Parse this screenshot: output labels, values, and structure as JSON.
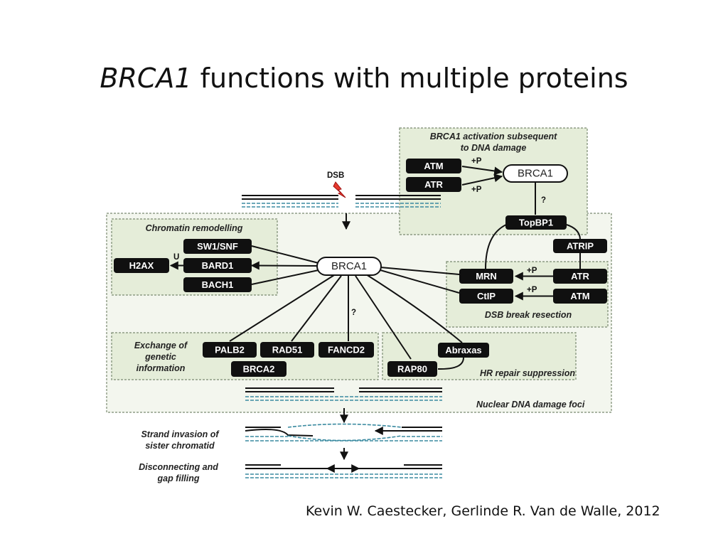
{
  "slide": {
    "title_italic": "BRCA1",
    "title_rest": " functions with multiple proteins",
    "citation": "Kevin W. Caestecker, Gerlinde R. Van de Walle, 2012"
  },
  "diagram": {
    "dsb": "DSB",
    "activation_title_1": "BRCA1 activation subsequent",
    "activation_title_2": "to DNA damage",
    "atm": "ATM",
    "atr": "ATR",
    "plus_p": "+P",
    "brca1": "BRCA1",
    "question": "?",
    "topbp1": "TopBP1",
    "atrip": "ATRIP",
    "chromatin_title": "Chromatin remodelling",
    "sw1snf": "SW1/SNF",
    "bard1": "BARD1",
    "bach1": "BACH1",
    "h2ax": "H2AX",
    "u": "U",
    "mrn": "MRN",
    "ctip": "CtIP",
    "dsb_resection": "DSB break resection",
    "exchange_1": "Exchange of",
    "exchange_2": "genetic",
    "exchange_3": "information",
    "palb2": "PALB2",
    "rad51": "RAD51",
    "fancd2": "FANCD2",
    "brca2": "BRCA2",
    "abraxas": "Abraxas",
    "rap80": "RAP80",
    "hr_suppression": "HR repair suppression",
    "nuclear_foci": "Nuclear DNA damage foci",
    "strand_invasion_1": "Strand invasion of",
    "strand_invasion_2": "sister chromatid",
    "disconnecting_1": "Disconnecting and",
    "disconnecting_2": "gap filling"
  }
}
